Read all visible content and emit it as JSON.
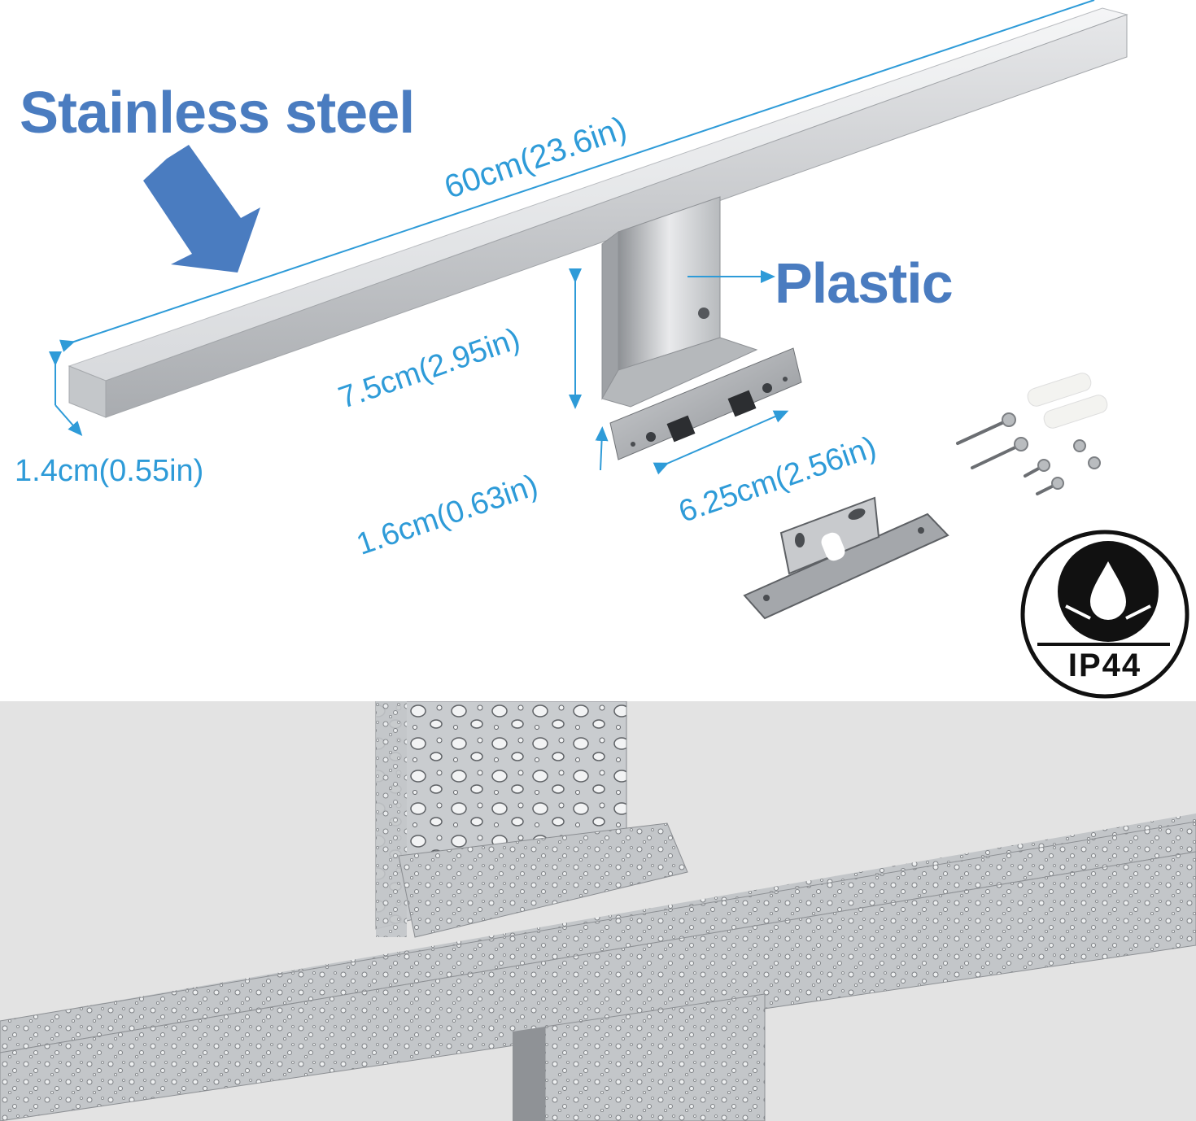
{
  "labels": {
    "material_main": "Stainless steel",
    "material_arm": "Plastic"
  },
  "dimensions": {
    "length": "60cm(23.6in)",
    "arm_height": "7.5cm(2.95in)",
    "bar_thickness": "1.4cm(0.55in)",
    "base_thickness": "1.6cm(0.63in)",
    "base_width": "6.25cm(2.56in)"
  },
  "badge": {
    "rating": "IP44",
    "icon": "water-drop-icon"
  },
  "colors": {
    "label_blue": "#4a7cc0",
    "dimension_blue": "#2e9bd8",
    "steel": "#c9ccd0"
  }
}
